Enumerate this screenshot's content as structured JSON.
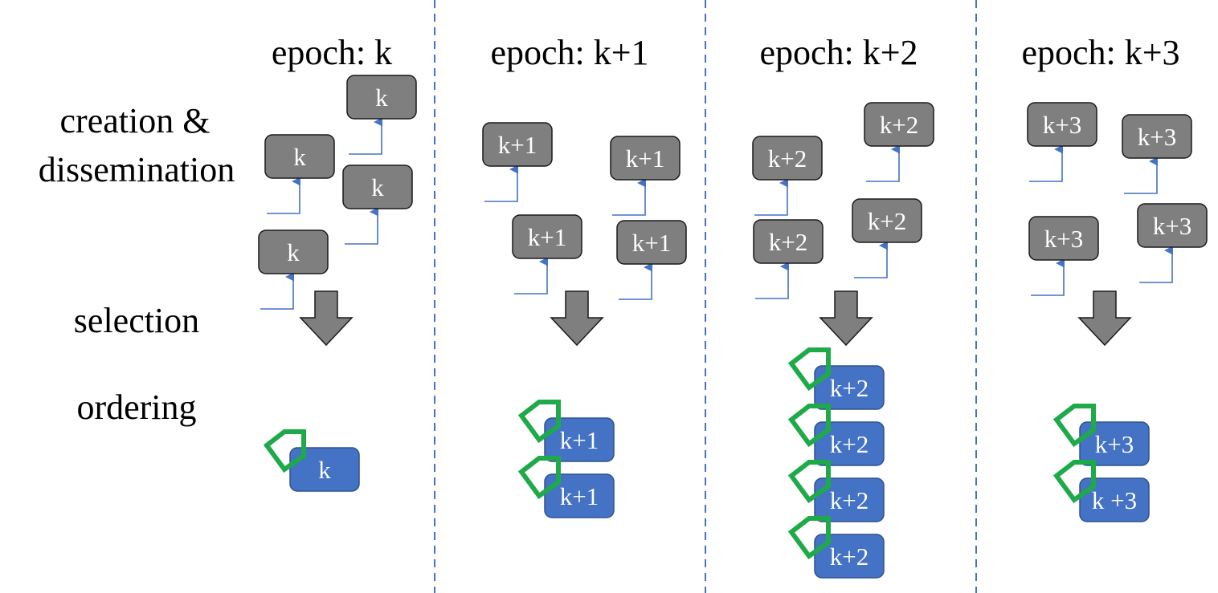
{
  "row_labels": {
    "creation": [
      "creation &",
      "dissemination"
    ],
    "selection": "selection",
    "ordering": "ordering"
  },
  "epochs": [
    {
      "title": "epoch: k",
      "created": [
        "k",
        "k",
        "k",
        "k"
      ],
      "ordered": [
        "k"
      ]
    },
    {
      "title": "epoch: k+1",
      "created": [
        "k+1",
        "k+1",
        "k+1",
        "k+1"
      ],
      "ordered": [
        "k+1",
        "k+1"
      ]
    },
    {
      "title": "epoch: k+2",
      "created": [
        "k+2",
        "k+2",
        "k+2",
        "k+2"
      ],
      "ordered": [
        "k+2",
        "k+2",
        "k+2",
        "k+2"
      ]
    },
    {
      "title": "epoch: k+3",
      "created": [
        "k+3",
        "k+3",
        "k+3",
        "k+3"
      ],
      "ordered": [
        "k+3",
        "k +3"
      ]
    }
  ],
  "colors": {
    "created_block": "#7f7f7f",
    "ordered_block": "#4472c4",
    "tag": "#1faa4a",
    "link": "#4472c4",
    "divider": "#4472c4",
    "arrow": "#7f7f7f"
  }
}
